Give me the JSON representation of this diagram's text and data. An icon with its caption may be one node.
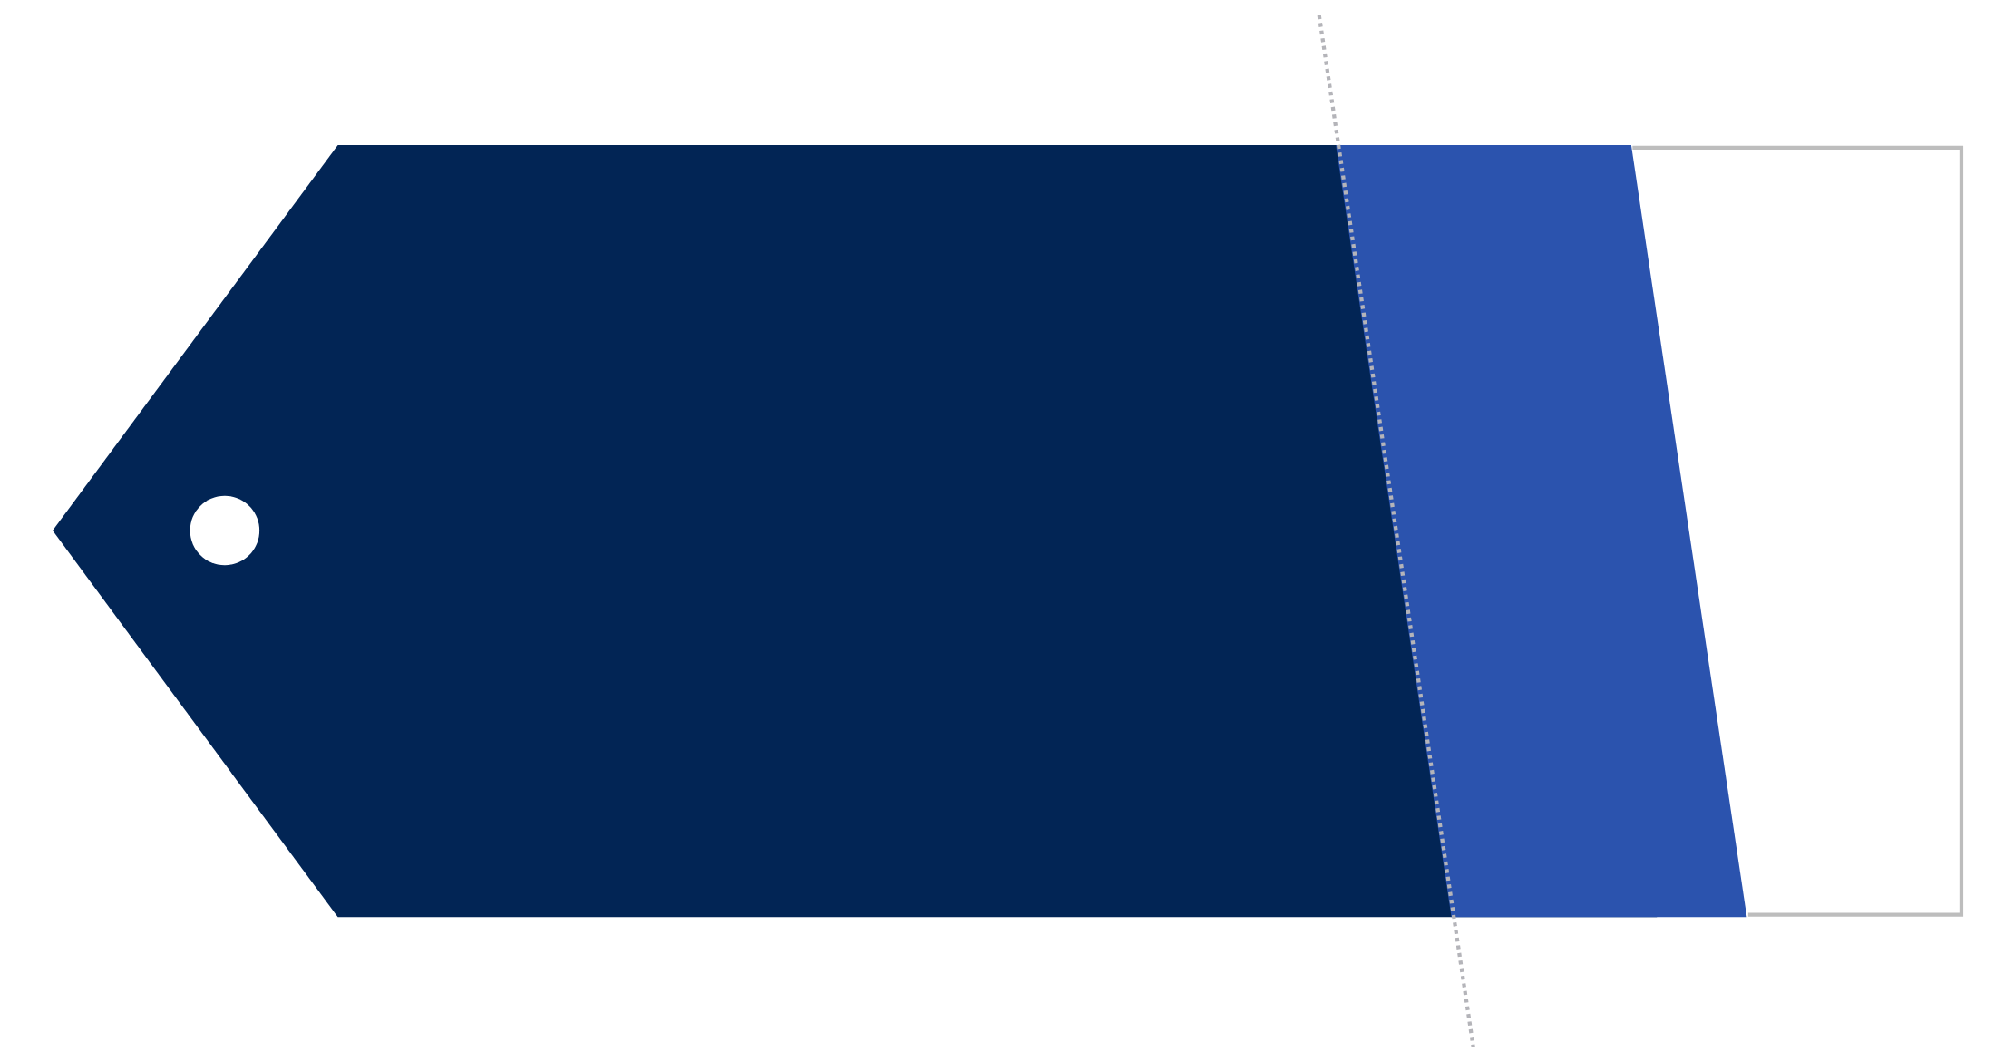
{
  "diagram": {
    "nodes": [
      {
        "text": [],
        "shape": "box"
      },
      {
        "text": [],
        "shape": "tag"
      },
      {
        "text": [],
        "shape": "band"
      }
    ]
  }
}
